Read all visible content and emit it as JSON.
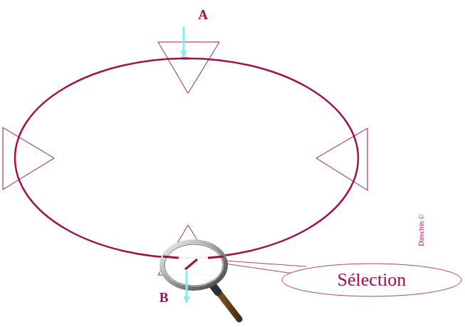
{
  "diagram": {
    "nodes": [
      {
        "text": [
          "Sélection"
        ]
      }
    ],
    "labels": [
      "A",
      "B",
      "Direchin ©"
    ]
  }
}
